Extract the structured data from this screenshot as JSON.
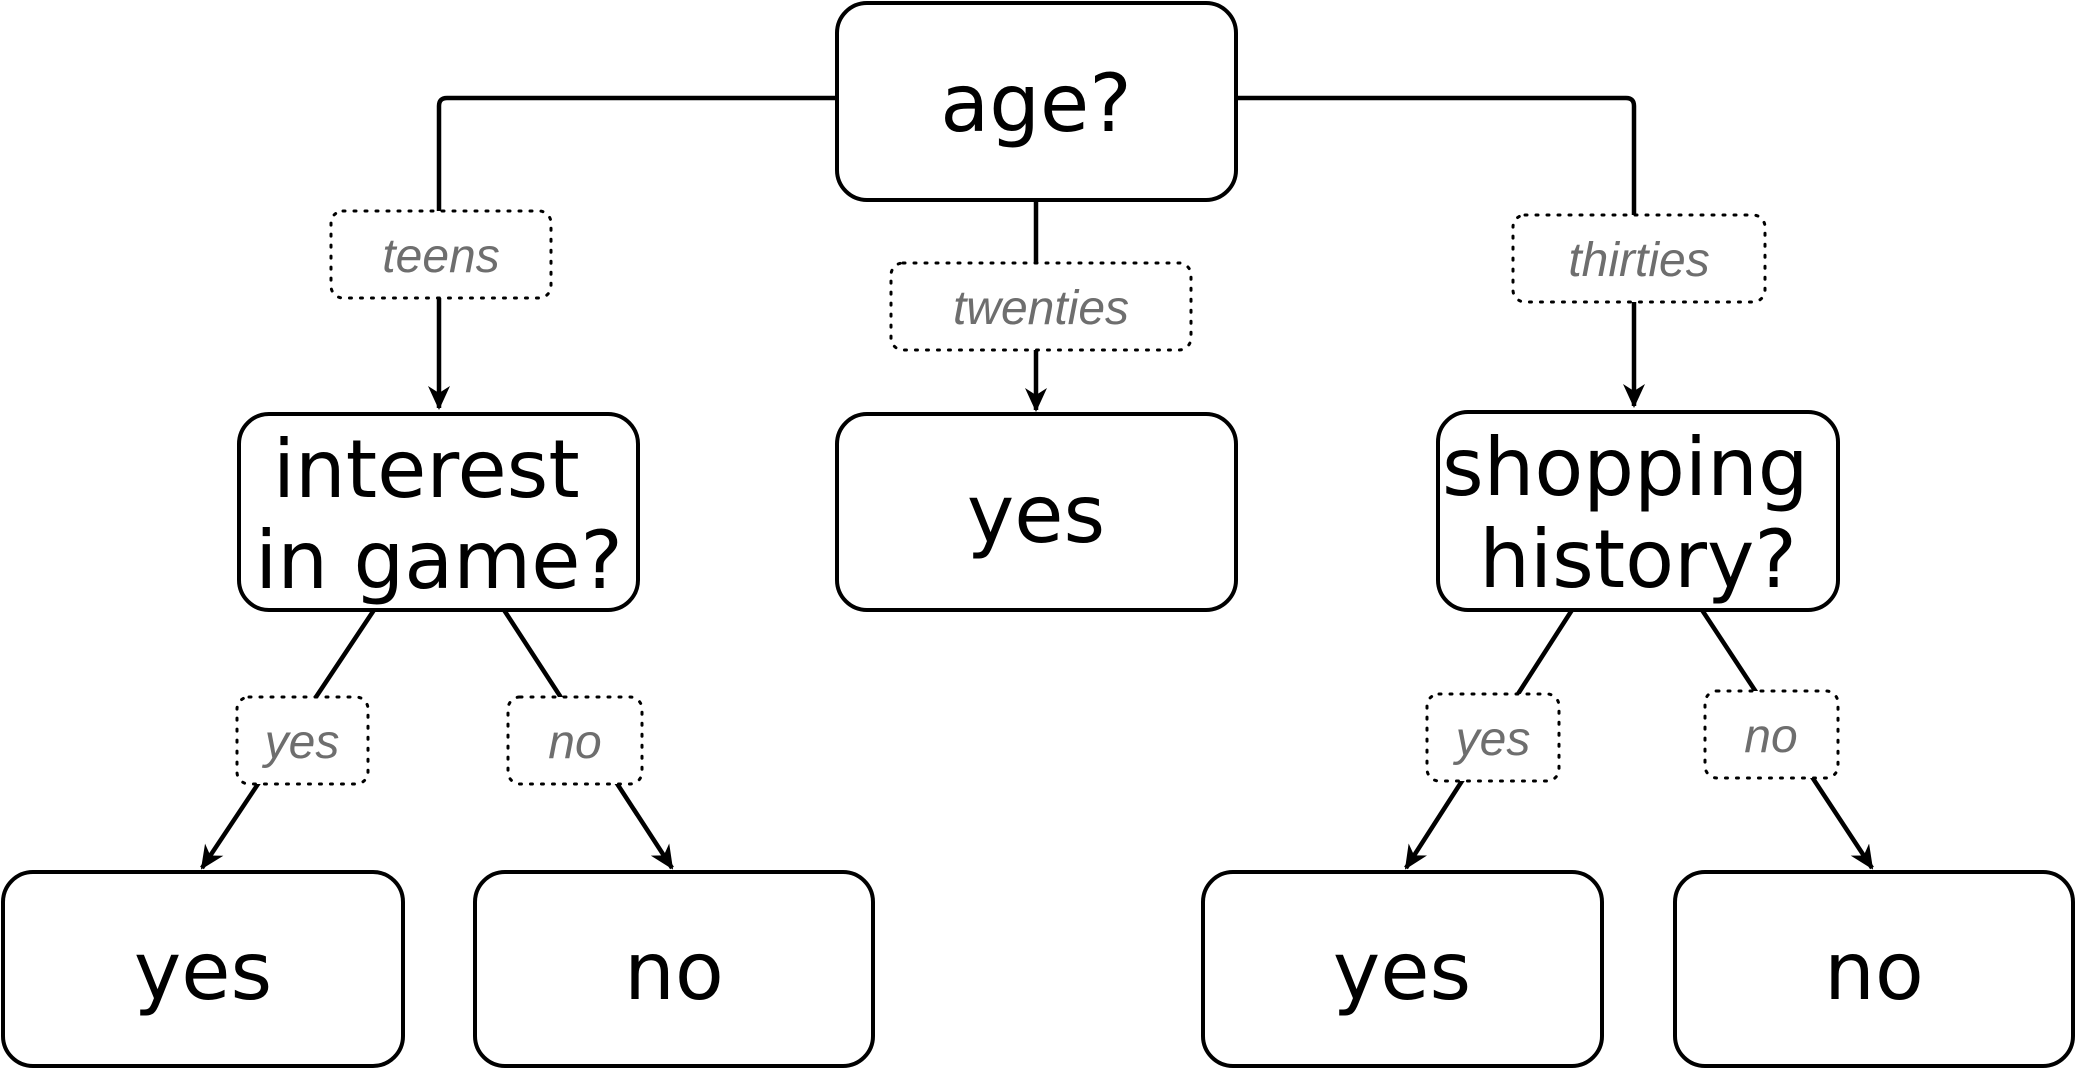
{
  "nodes": {
    "root": [
      "age?"
    ],
    "teens_question": [
      "interest",
      "in game?"
    ],
    "twenties_leaf": [
      "yes"
    ],
    "thirties_question": [
      "shopping",
      "history?"
    ],
    "game_yes_leaf": [
      "yes"
    ],
    "game_no_leaf": [
      "no"
    ],
    "shopping_yes_leaf": [
      "yes"
    ],
    "shopping_no_leaf": [
      "no"
    ]
  },
  "edge_labels": {
    "teens": "teens",
    "twenties": "twenties",
    "thirties": "thirties",
    "game_yes": "yes",
    "game_no": "no",
    "shopping_yes": "yes",
    "shopping_no": "no"
  }
}
